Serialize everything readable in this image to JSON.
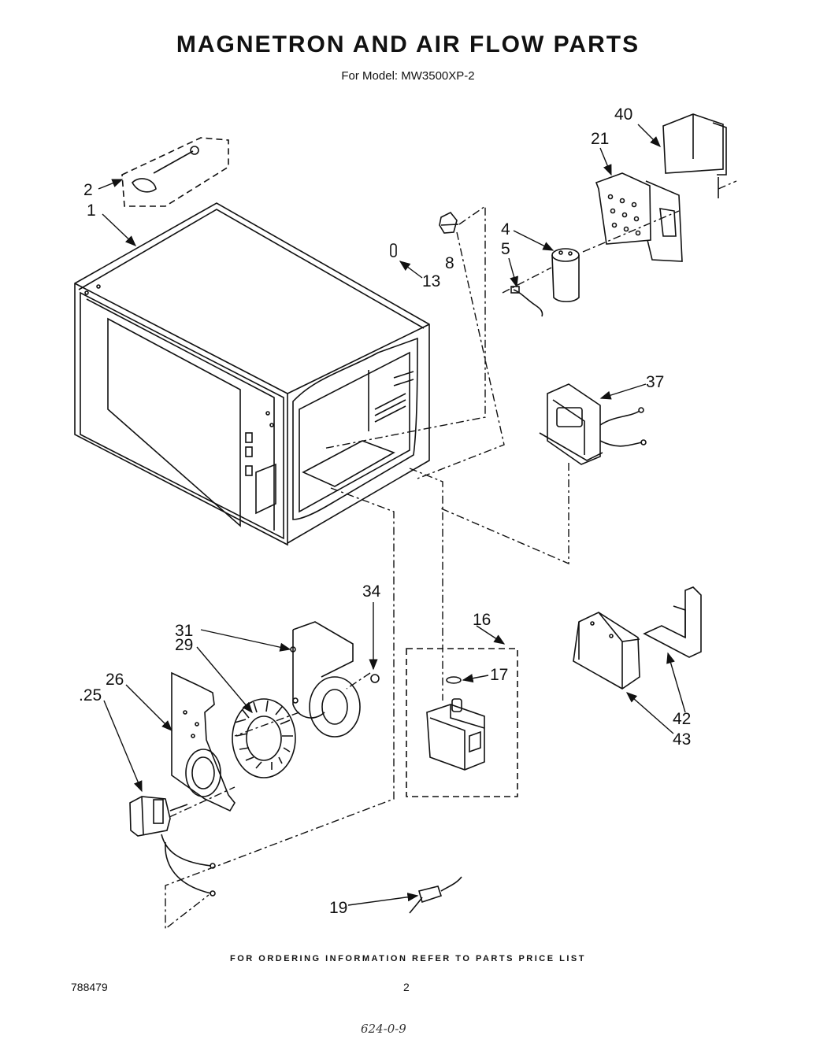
{
  "header": {
    "title": "MAGNETRON AND AIR FLOW PARTS",
    "model": "For Model: MW3500XP-2"
  },
  "callouts": [
    {
      "id": "c40",
      "label": "40"
    },
    {
      "id": "c21",
      "label": "21"
    },
    {
      "id": "c2",
      "label": "2"
    },
    {
      "id": "c1",
      "label": "1"
    },
    {
      "id": "c8",
      "label": "8"
    },
    {
      "id": "c13",
      "label": "13"
    },
    {
      "id": "c4",
      "label": "4"
    },
    {
      "id": "c5",
      "label": "5"
    },
    {
      "id": "c37",
      "label": "37"
    },
    {
      "id": "c34",
      "label": "34"
    },
    {
      "id": "c31",
      "label": "31"
    },
    {
      "id": "c29",
      "label": "29"
    },
    {
      "id": "c16",
      "label": "16"
    },
    {
      "id": "c17",
      "label": "17"
    },
    {
      "id": "c26",
      "label": "26"
    },
    {
      "id": "c25",
      "label": ".25"
    },
    {
      "id": "c42",
      "label": "42"
    },
    {
      "id": "c43",
      "label": "43"
    },
    {
      "id": "c19",
      "label": "19"
    }
  ],
  "footer": {
    "note": "FOR ORDERING INFORMATION REFER TO PARTS PRICE LIST",
    "doc_number": "788479",
    "page_number": "2",
    "handwritten": "624-0-9"
  }
}
